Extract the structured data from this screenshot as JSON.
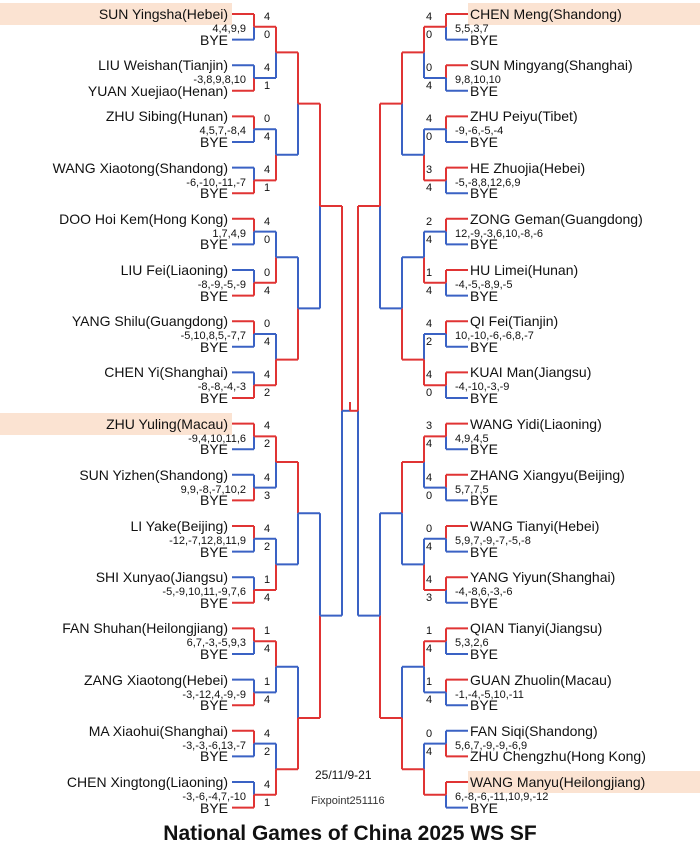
{
  "title": "National Games of China 2025 WS SF",
  "date": "25/11/9-21",
  "credit": "Fixpoint251116",
  "colors": {
    "winner": "#e03434",
    "loser": "#3a62c4",
    "highlight": "#fbe3d2"
  },
  "left_entries": [
    {
      "name": "SUN Yingsha(Hebei)",
      "highlight": true
    },
    {
      "name": "BYE"
    },
    {
      "name": "LIU Weishan(Tianjin)"
    },
    {
      "name": "YUAN Xuejiao(Henan)"
    },
    {
      "name": "ZHU Sibing(Hunan)"
    },
    {
      "name": "BYE"
    },
    {
      "name": "WANG Xiaotong(Shandong)"
    },
    {
      "name": "BYE"
    },
    {
      "name": "DOO Hoi Kem(Hong Kong)"
    },
    {
      "name": "BYE"
    },
    {
      "name": "LIU Fei(Liaoning)"
    },
    {
      "name": "BYE"
    },
    {
      "name": "YANG Shilu(Guangdong)"
    },
    {
      "name": "BYE"
    },
    {
      "name": "CHEN Yi(Shanghai)"
    },
    {
      "name": "BYE"
    },
    {
      "name": "ZHU Yuling(Macau)",
      "highlight": true
    },
    {
      "name": "BYE"
    },
    {
      "name": "SUN Yizhen(Shandong)"
    },
    {
      "name": "BYE"
    },
    {
      "name": "LI Yake(Beijing)"
    },
    {
      "name": "BYE"
    },
    {
      "name": "SHI Xunyao(Jiangsu)"
    },
    {
      "name": "BYE"
    },
    {
      "name": "FAN Shuhan(Heilongjiang)"
    },
    {
      "name": "BYE"
    },
    {
      "name": "ZANG Xiaotong(Hebei)"
    },
    {
      "name": "BYE"
    },
    {
      "name": "MA Xiaohui(Shanghai)"
    },
    {
      "name": "BYE"
    },
    {
      "name": "CHEN Xingtong(Liaoning)"
    },
    {
      "name": "BYE"
    }
  ],
  "right_entries": [
    {
      "name": "CHEN Meng(Shandong)",
      "highlight": true
    },
    {
      "name": "BYE"
    },
    {
      "name": "SUN Mingyang(Shanghai)"
    },
    {
      "name": "BYE"
    },
    {
      "name": "ZHU Peiyu(Tibet)"
    },
    {
      "name": "BYE"
    },
    {
      "name": "HE Zhuojia(Hebei)"
    },
    {
      "name": "BYE"
    },
    {
      "name": "ZONG Geman(Guangdong)"
    },
    {
      "name": "BYE"
    },
    {
      "name": "HU Limei(Hunan)"
    },
    {
      "name": "BYE"
    },
    {
      "name": "QI Fei(Tianjin)"
    },
    {
      "name": "BYE"
    },
    {
      "name": "KUAI Man(Jiangsu)"
    },
    {
      "name": "BYE"
    },
    {
      "name": "WANG Yidi(Liaoning)"
    },
    {
      "name": "BYE"
    },
    {
      "name": "ZHANG Xiangyu(Beijing)"
    },
    {
      "name": "BYE"
    },
    {
      "name": "WANG Tianyi(Hebei)"
    },
    {
      "name": "BYE"
    },
    {
      "name": "YANG Yiyun(Shanghai)"
    },
    {
      "name": "BYE"
    },
    {
      "name": "QIAN Tianyi(Jiangsu)"
    },
    {
      "name": "BYE"
    },
    {
      "name": "GUAN Zhuolin(Macau)"
    },
    {
      "name": "BYE"
    },
    {
      "name": "FAN Siqi(Shandong)"
    },
    {
      "name": "ZHU Chengzhu(Hong Kong)"
    },
    {
      "name": "WANG Manyu(Heilongjiang)",
      "highlight": true
    },
    {
      "name": "BYE"
    }
  ],
  "left_scores": [
    {
      "text": "4,4,9,9"
    },
    {
      "text": "-3,8,9,8,10"
    },
    {
      "text": "4,5,7,-8,4"
    },
    {
      "text": "-6,-10,-11,-7"
    },
    {
      "text": "1,7,4,9"
    },
    {
      "text": "-8,-9,-5,-9"
    },
    {
      "text": "-5,10,8,5,-7,7"
    },
    {
      "text": "-8,-8,-4,-3"
    },
    {
      "text": "-9,4,10,11,6"
    },
    {
      "text": "9,9,-8,-7,10,2"
    },
    {
      "text": "-12,-7,12,8,11,9"
    },
    {
      "text": "-5,-9,10,11,-9,7,6"
    },
    {
      "text": "6,7,-3,-5,9,3"
    },
    {
      "text": "-3,-12,4,-9,-9"
    },
    {
      "text": "-3,-3,-6,13,-7"
    },
    {
      "text": "-3,-6,-4,7,-10"
    }
  ],
  "right_scores": [
    {
      "text": "5,5,3,7"
    },
    {
      "text": "9,8,10,10"
    },
    {
      "text": "-9,-6,-5,-4"
    },
    {
      "text": "-5,-8,8,12,6,9"
    },
    {
      "text": "12,-9,-3,6,10,-8,-6"
    },
    {
      "text": "-4,-5,-8,9,-5"
    },
    {
      "text": "10,-10,-6,-6,8,-7"
    },
    {
      "text": "-4,-10,-3,-9"
    },
    {
      "text": "4,9,4,5"
    },
    {
      "text": "5,7,7,5"
    },
    {
      "text": "5,9,7,-9,-7,-5,-8"
    },
    {
      "text": "-4,-8,6,-3,-6"
    },
    {
      "text": "5,3,2,6"
    },
    {
      "text": "-1,-4,-5,10,-11"
    },
    {
      "text": "5,6,7,-9,-9,-6,9"
    },
    {
      "text": "6,-8,-6,-11,10,9,-12"
    }
  ],
  "left_counts": [
    {
      "v": "4"
    },
    {
      "v": "0"
    },
    {
      "v": "4"
    },
    {
      "v": "1"
    },
    {
      "v": "0"
    },
    {
      "v": "4"
    },
    {
      "v": "4"
    },
    {
      "v": "1"
    },
    {
      "v": "4"
    },
    {
      "v": "0"
    },
    {
      "v": "0"
    },
    {
      "v": "4"
    },
    {
      "v": "0"
    },
    {
      "v": "4"
    },
    {
      "v": "4"
    },
    {
      "v": "2"
    },
    {
      "v": "4"
    },
    {
      "v": "2"
    },
    {
      "v": "4"
    },
    {
      "v": "3"
    },
    {
      "v": "4"
    },
    {
      "v": "2"
    },
    {
      "v": "1"
    },
    {
      "v": "4"
    },
    {
      "v": "1"
    },
    {
      "v": "4"
    },
    {
      "v": "1"
    },
    {
      "v": "4"
    },
    {
      "v": "4"
    },
    {
      "v": "2"
    },
    {
      "v": "4"
    },
    {
      "v": "1"
    }
  ],
  "right_counts": [
    {
      "v": "4"
    },
    {
      "v": "0"
    },
    {
      "v": "0"
    },
    {
      "v": "4"
    },
    {
      "v": "4"
    },
    {
      "v": "0"
    },
    {
      "v": "3"
    },
    {
      "v": "4"
    },
    {
      "v": "2"
    },
    {
      "v": "4"
    },
    {
      "v": "1"
    },
    {
      "v": "4"
    },
    {
      "v": "4"
    },
    {
      "v": "2"
    },
    {
      "v": "4"
    },
    {
      "v": "0"
    },
    {
      "v": "3"
    },
    {
      "v": "4"
    },
    {
      "v": "4"
    },
    {
      "v": "0"
    },
    {
      "v": "0"
    },
    {
      "v": "4"
    },
    {
      "v": "4"
    },
    {
      "v": "3"
    },
    {
      "v": "1"
    },
    {
      "v": "4"
    },
    {
      "v": "1"
    },
    {
      "v": "4"
    },
    {
      "v": "0"
    },
    {
      "v": "4"
    }
  ]
}
